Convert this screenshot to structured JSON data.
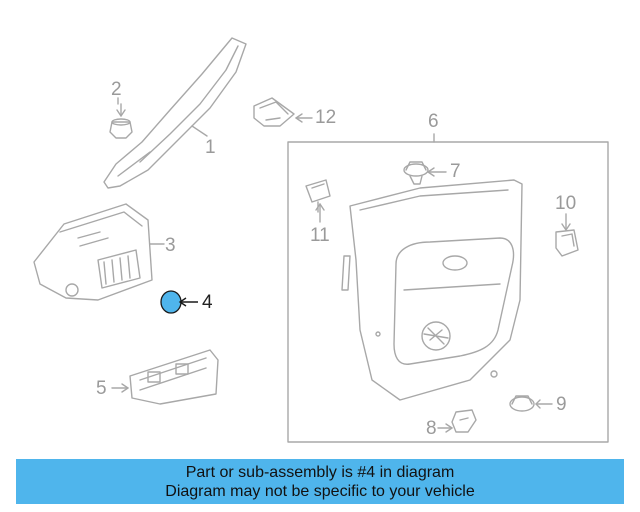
{
  "diagram": {
    "callouts": [
      {
        "id": "1",
        "label": "1"
      },
      {
        "id": "2",
        "label": "2"
      },
      {
        "id": "3",
        "label": "3"
      },
      {
        "id": "4",
        "label": "4"
      },
      {
        "id": "5",
        "label": "5"
      },
      {
        "id": "6",
        "label": "6"
      },
      {
        "id": "7",
        "label": "7"
      },
      {
        "id": "8",
        "label": "8"
      },
      {
        "id": "9",
        "label": "9"
      },
      {
        "id": "10",
        "label": "10"
      },
      {
        "id": "11",
        "label": "11"
      },
      {
        "id": "12",
        "label": "12"
      }
    ],
    "selected_part": "4",
    "colors": {
      "line": "#a8a8a8",
      "highlight": "#4fb5ec",
      "selected_text": "#222222"
    }
  },
  "banner": {
    "line1": "Part or sub-assembly is #4 in diagram",
    "line2": "Diagram may not be specific to your vehicle",
    "background": "#4fb5ec"
  }
}
